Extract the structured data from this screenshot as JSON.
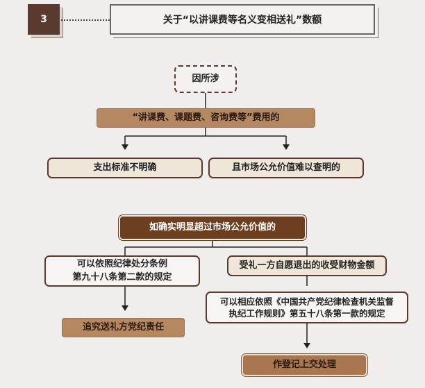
{
  "section_number": "3",
  "title": "关于“以讲课费等名义变相送礼”数额",
  "flow": {
    "cause_label": "因所涉",
    "fees": "“讲课费、课题费、咨询费等”费用的",
    "condition_a": "支出标准不明确",
    "condition_b": "且市场公允价值难以查明的",
    "proven_excess": "如确实明显超过市场公允价值的",
    "rule_a_line1": "可以依照纪律处分条例",
    "rule_a_line2": "第九十八条第二款的规定",
    "result_a": "追究送礼方党纪责任",
    "voluntary_exit": "受礼一方自愿退出的收受财物金额",
    "rule_b_line1": "可以相应依照《中国共产党纪律检查机关监督",
    "rule_b_line2": "执纪工作规则》第五十八条第一款的规定",
    "result_b": "作登记上交处理"
  }
}
